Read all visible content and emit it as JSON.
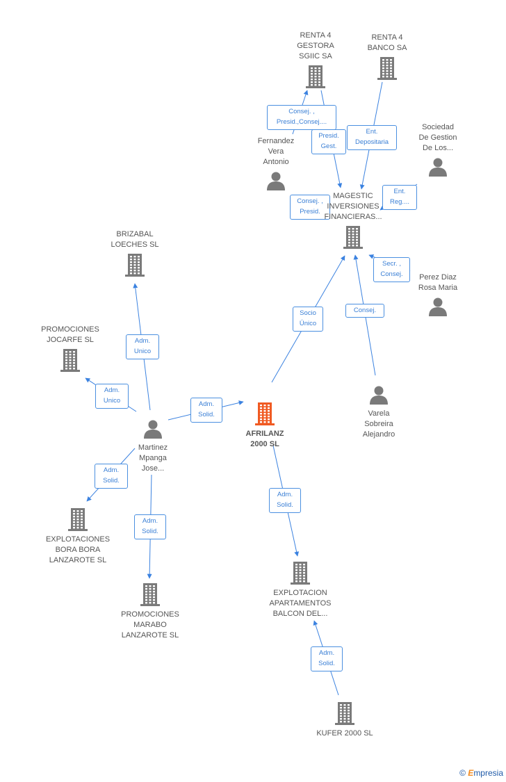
{
  "colors": {
    "edge": "#3b82e0",
    "building": "#7a7a7a",
    "focus_building": "#f05a22",
    "person": "#7a7a7a"
  },
  "nodes": [
    {
      "id": "afrilanz",
      "type": "company",
      "focus": true,
      "label": "AFRILANZ\n2000 SL"
    },
    {
      "id": "renta4gestora",
      "type": "company",
      "label": "RENTA 4\nGESTORA\nSGIIC SA"
    },
    {
      "id": "renta4banco",
      "type": "company",
      "label": "RENTA 4\nBANCO SA"
    },
    {
      "id": "fernandez",
      "type": "person",
      "label": "Fernandez\nVera\nAntonio"
    },
    {
      "id": "sociedad",
      "type": "person",
      "label": "Sociedad\nDe Gestion\nDe Los..."
    },
    {
      "id": "magestic",
      "type": "company",
      "label": "MAGESTIC\nINVERSIONES\nFINANCIERAS..."
    },
    {
      "id": "perez",
      "type": "person",
      "label": "Perez Diaz\nRosa Maria"
    },
    {
      "id": "brizabal",
      "type": "company",
      "label": "BRIZABAL\nLOECHES SL"
    },
    {
      "id": "jocarfe",
      "type": "company",
      "label": "PROMOCIONES\nJOCARFE SL"
    },
    {
      "id": "martinez",
      "type": "person",
      "label": "Martinez\nMpanga\nJose..."
    },
    {
      "id": "varela",
      "type": "person",
      "label": "Varela\nSobreira\nAlejandro"
    },
    {
      "id": "borabora",
      "type": "company",
      "label": "EXPLOTACIONES\nBORA BORA\nLANZAROTE SL"
    },
    {
      "id": "marabo",
      "type": "company",
      "label": "PROMOCIONES\nMARABO\nLANZAROTE SL"
    },
    {
      "id": "balcon",
      "type": "company",
      "label": "EXPLOTACION\nAPARTAMENTOS\nBALCON DEL..."
    },
    {
      "id": "kufer",
      "type": "company",
      "label": "KUFER 2000 SL"
    }
  ],
  "edges": [
    {
      "from": "fernandez",
      "to": "renta4gestora",
      "label": "Consej. ,\nPresid.,Consej...."
    },
    {
      "from": "renta4gestora",
      "to": "magestic",
      "label": "Presid.\nGest."
    },
    {
      "from": "renta4banco",
      "to": "magestic",
      "label": "Ent.\nDepositaria"
    },
    {
      "from": "sociedad",
      "to": "magestic",
      "label": "Ent.\nReg...."
    },
    {
      "from": "fernandez",
      "to": "magestic",
      "label": "Consej. ,\nPresid."
    },
    {
      "from": "perez",
      "to": "magestic",
      "label": "Secr. ,\nConsej."
    },
    {
      "from": "afrilanz",
      "to": "magestic",
      "label": "Socio\nÚnico"
    },
    {
      "from": "varela",
      "to": "magestic",
      "label": "Consej."
    },
    {
      "from": "martinez",
      "to": "brizabal",
      "label": "Adm.\nUnico"
    },
    {
      "from": "martinez",
      "to": "jocarfe",
      "label": "Adm.\nUnico"
    },
    {
      "from": "martinez",
      "to": "afrilanz",
      "label": "Adm.\nSolid."
    },
    {
      "from": "martinez",
      "to": "borabora",
      "label": "Adm.\nSolid."
    },
    {
      "from": "martinez",
      "to": "marabo",
      "label": "Adm.\nSolid."
    },
    {
      "from": "afrilanz",
      "to": "balcon",
      "label": "Adm.\nSolid."
    },
    {
      "from": "kufer",
      "to": "balcon",
      "label": "Adm.\nSolid."
    }
  ],
  "credit": {
    "symbol": "©",
    "brand_initial": "E",
    "brand_rest": "mpresia"
  }
}
